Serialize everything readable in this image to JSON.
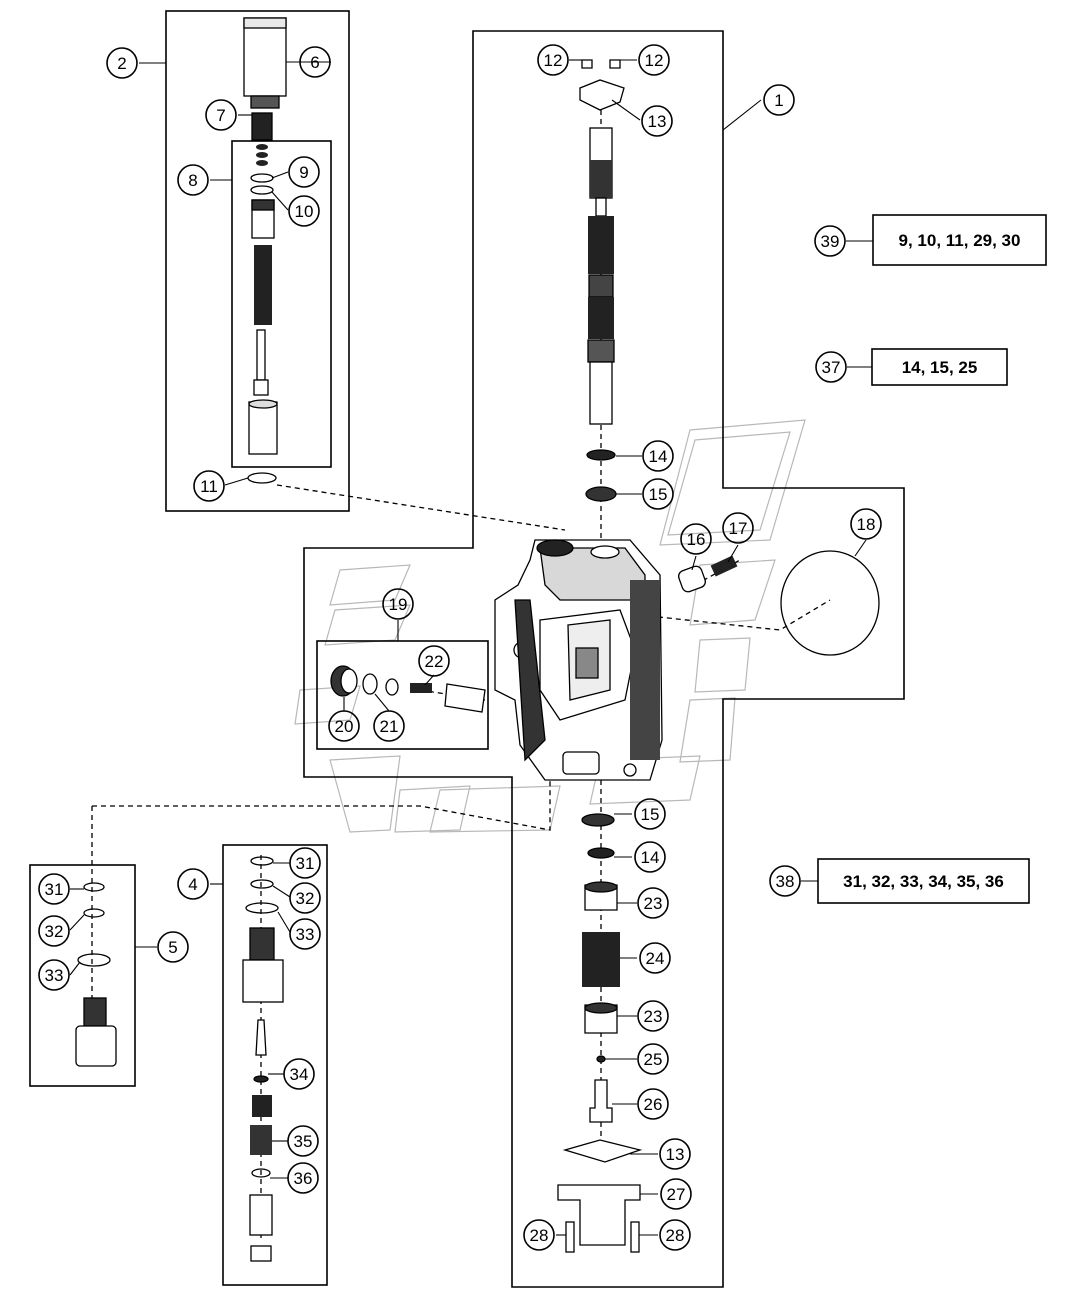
{
  "callouts": {
    "c1": "1",
    "c2": "2",
    "c4": "4",
    "c5": "5",
    "c6": "6",
    "c7": "7",
    "c8": "8",
    "c9": "9",
    "c10": "10",
    "c11": "11",
    "c12a": "12",
    "c12b": "12",
    "c13a": "13",
    "c13b": "13",
    "c14a": "14",
    "c14b": "14",
    "c15a": "15",
    "c15b": "15",
    "c16": "16",
    "c17": "17",
    "c18": "18",
    "c19": "19",
    "c20": "20",
    "c21": "21",
    "c22": "22",
    "c23a": "23",
    "c23b": "23",
    "c24": "24",
    "c25": "25",
    "c26": "26",
    "c27": "27",
    "c28a": "28",
    "c28b": "28",
    "c31a": "31",
    "c31b": "31",
    "c32a": "32",
    "c32b": "32",
    "c33a": "33",
    "c33b": "33",
    "c34": "34",
    "c35": "35",
    "c36": "36",
    "c37": "37",
    "c38": "38",
    "c39": "39"
  },
  "kits": {
    "k39": "9, 10, 11, 29, 30",
    "k37": "14, 15, 25",
    "k38": "31, 32, 33, 34, 35, 36"
  }
}
